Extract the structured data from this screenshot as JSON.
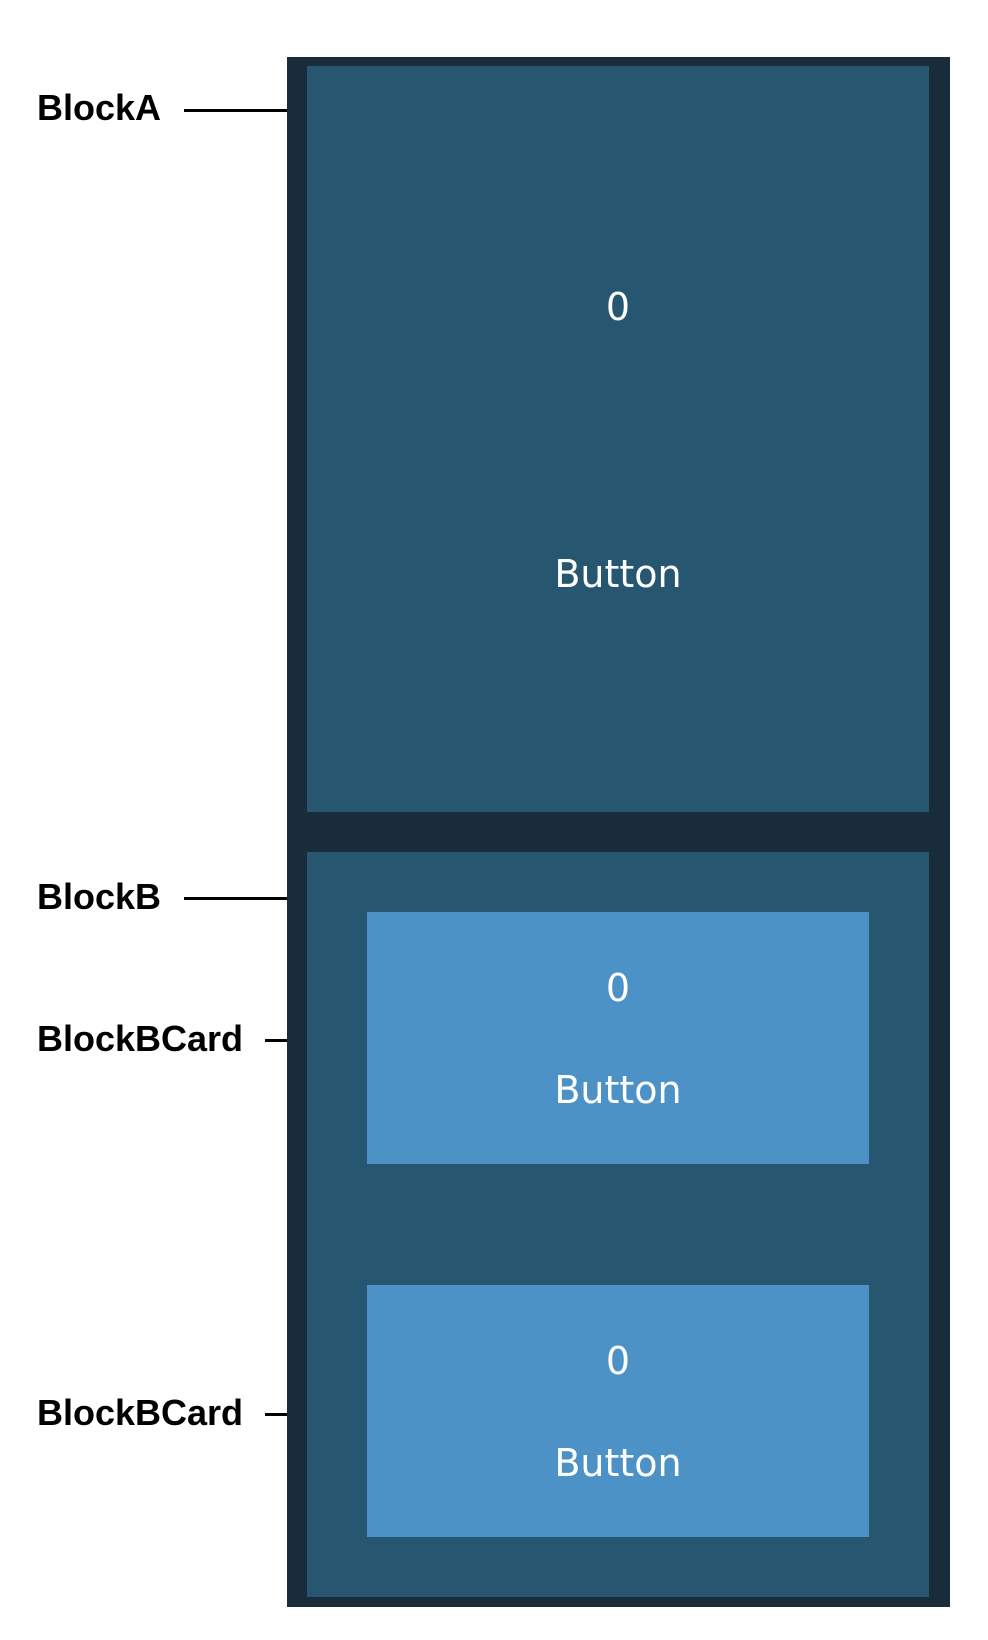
{
  "annotations": {
    "block_a": "BlockA",
    "block_b": "BlockB",
    "block_b_card_1": "BlockBCard",
    "block_b_card_2": "BlockBCard"
  },
  "block_a": {
    "counter": "0",
    "button_label": "Button"
  },
  "block_b": {
    "cards": [
      {
        "counter": "0",
        "button_label": "Button"
      },
      {
        "counter": "0",
        "button_label": "Button"
      }
    ]
  },
  "colors": {
    "frame": "#182c3a",
    "block": "#275671",
    "card": "#4c92c6",
    "text": "#ffffff"
  }
}
